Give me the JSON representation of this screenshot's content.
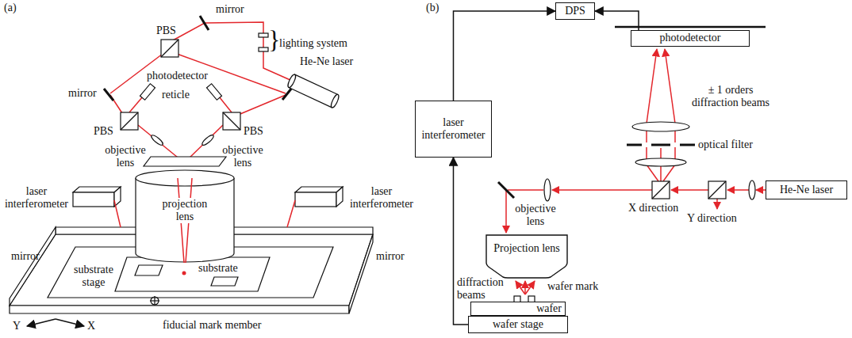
{
  "diagram": {
    "nodes": [
      {
        "text": [
          "projection lens"
        ]
      },
      {
        "text": [
          "DPS"
        ]
      },
      {
        "text": [
          "photodetector"
        ]
      },
      {
        "text": [
          "laser interferometer"
        ]
      },
      {
        "text": [
          "He-Ne laser"
        ]
      },
      {
        "text": [
          "Projection lens"
        ]
      },
      {
        "text": [
          "wafer"
        ]
      },
      {
        "text": [
          "wafer stage"
        ]
      }
    ],
    "edges": [
      {
        "from": 3,
        "to": 1,
        "arrow": "to"
      },
      {
        "from": 2,
        "to": 1,
        "arrow": "to"
      },
      {
        "from": 7,
        "to": 3,
        "arrow": "to"
      }
    ],
    "labels": [
      "(a)",
      "mirror",
      "PBS",
      "}",
      "lighting system",
      "He-Ne laser",
      "photodetector",
      "mirror",
      "reticle",
      "PBS",
      "PBS",
      "objective lens",
      "objective lens",
      "laser interferometer",
      "laser interferometer",
      "mirror",
      "substrate stage",
      "substrate",
      "mirror",
      "Y",
      "X",
      "fiducial mark member",
      "(b)",
      "± 1 orders diffraction beams",
      "optical filter",
      "X direction",
      "Y direction",
      "objective lens",
      "diffraction beams",
      "wafer mark"
    ]
  }
}
